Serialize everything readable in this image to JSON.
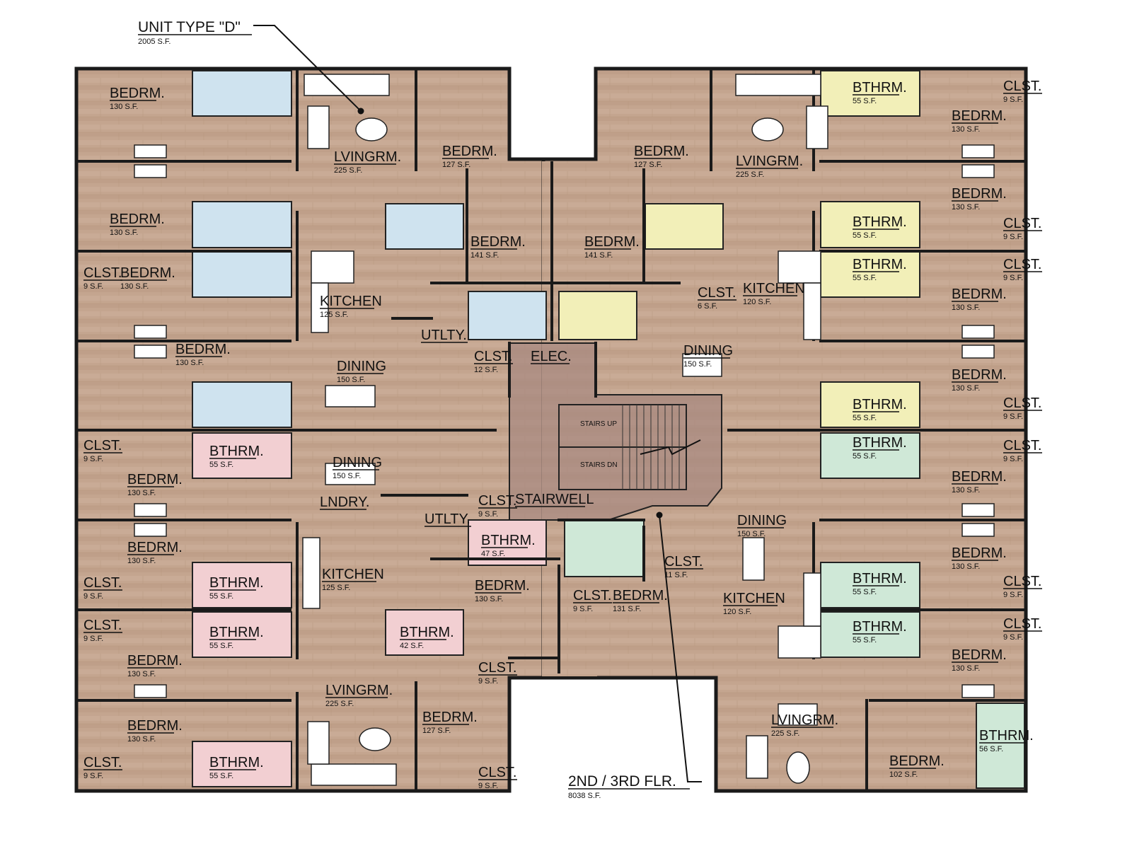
{
  "callouts": {
    "unit_type": {
      "title": "UNIT TYPE \"D\"",
      "area": "2005 S.F."
    },
    "floor": {
      "title": "2ND / 3RD FLR.",
      "area": "8038 S.F."
    }
  },
  "stairs": {
    "up": "STAIRS UP",
    "dn": "STAIRS DN"
  },
  "colors": {
    "floor": "#c4a58f",
    "stair": "#a88a80",
    "bath_blue": "#cfe3ef",
    "bath_yellow": "#f2efb8",
    "bath_green": "#cfe8d7",
    "bath_pink": "#f2cfd2",
    "wall": "#1a1a1a"
  },
  "rooms": [
    {
      "name": "BEDRM.",
      "area": "130 S.F."
    },
    {
      "name": "BEDRM.",
      "area": "130 S.F."
    },
    {
      "name": "BEDRM.",
      "area": "130 S.F."
    },
    {
      "name": "CLST.",
      "area": "9 S.F."
    },
    {
      "name": "LVINGRM.",
      "area": "225 S.F."
    },
    {
      "name": "BEDRM.",
      "area": "127 S.F."
    },
    {
      "name": "BEDRM.",
      "area": "141 S.F."
    },
    {
      "name": "KITCHEN",
      "area": "125 S.F."
    },
    {
      "name": "UTLTY.",
      "area": ""
    },
    {
      "name": "CLST.",
      "area": "12 S.F."
    },
    {
      "name": "DINING",
      "area": "150 S.F."
    },
    {
      "name": "BEDRM.",
      "area": "130 S.F."
    },
    {
      "name": "BTHRM.",
      "area": "55 S.F."
    },
    {
      "name": "CLST.",
      "area": "9 S.F."
    },
    {
      "name": "BEDRM.",
      "area": "130 S.F."
    },
    {
      "name": "DINING",
      "area": "150 S.F."
    },
    {
      "name": "LNDRY.",
      "area": ""
    },
    {
      "name": "UTLTY.",
      "area": ""
    },
    {
      "name": "CLST.",
      "area": "9 S.F."
    },
    {
      "name": "BTHRM.",
      "area": "47 S.F."
    },
    {
      "name": "BEDRM.",
      "area": "130 S.F."
    },
    {
      "name": "KITCHEN",
      "area": "125 S.F."
    },
    {
      "name": "CLST.",
      "area": "9 S.F."
    },
    {
      "name": "BTHRM.",
      "area": "55 S.F."
    },
    {
      "name": "BEDRM.",
      "area": "130 S.F."
    },
    {
      "name": "CLST.",
      "area": "9 S.F."
    },
    {
      "name": "BTHRM.",
      "area": "55 S.F."
    },
    {
      "name": "BEDRM.",
      "area": "130 S.F."
    },
    {
      "name": "BTHRM.",
      "area": "42 S.F."
    },
    {
      "name": "CLST.",
      "area": "9 S.F."
    },
    {
      "name": "LVINGRM.",
      "area": "225 S.F."
    },
    {
      "name": "BEDRM.",
      "area": "127 S.F."
    },
    {
      "name": "BEDRM.",
      "area": "130 S.F."
    },
    {
      "name": "CLST.",
      "area": "9 S.F."
    },
    {
      "name": "BTHRM.",
      "area": "55 S.F."
    },
    {
      "name": "CLST.",
      "area": "9 S.F."
    },
    {
      "name": "ELEC.",
      "area": ""
    },
    {
      "name": "STAIRWELL",
      "area": ""
    },
    {
      "name": "BEDRM.",
      "area": "127 S.F."
    },
    {
      "name": "LVINGRM.",
      "area": "225 S.F."
    },
    {
      "name": "BTHRM.",
      "area": "55 S.F."
    },
    {
      "name": "CLST.",
      "area": "9 S.F."
    },
    {
      "name": "BEDRM.",
      "area": "130 S.F."
    },
    {
      "name": "BEDRM.",
      "area": "130 S.F."
    },
    {
      "name": "BEDRM.",
      "area": "141 S.F."
    },
    {
      "name": "BTHRM.",
      "area": "55 S.F."
    },
    {
      "name": "CLST.",
      "area": "9 S.F."
    },
    {
      "name": "BTHRM.",
      "area": "55 S.F."
    },
    {
      "name": "CLST.",
      "area": "9 S.F."
    },
    {
      "name": "KITCHEN",
      "area": "120 S.F."
    },
    {
      "name": "CLST.",
      "area": "6 S.F."
    },
    {
      "name": "BEDRM.",
      "area": "130 S.F."
    },
    {
      "name": "DINING",
      "area": "150 S.F."
    },
    {
      "name": "BEDRM.",
      "area": "130 S.F."
    },
    {
      "name": "BTHRM.",
      "area": "55 S.F."
    },
    {
      "name": "CLST.",
      "area": "9 S.F."
    },
    {
      "name": "BTHRM.",
      "area": "55 S.F."
    },
    {
      "name": "CLST.",
      "area": "9 S.F."
    },
    {
      "name": "BEDRM.",
      "area": "130 S.F."
    },
    {
      "name": "DINING",
      "area": "150 S.F."
    },
    {
      "name": "CLST.",
      "area": "11 S.F."
    },
    {
      "name": "BEDRM.",
      "area": "130 S.F."
    },
    {
      "name": "BTHRM.",
      "area": "55 S.F."
    },
    {
      "name": "CLST.",
      "area": "9 S.F."
    },
    {
      "name": "CLST.",
      "area": "9 S.F."
    },
    {
      "name": "BEDRM.",
      "area": "131 S.F."
    },
    {
      "name": "KITCHEN",
      "area": "120 S.F."
    },
    {
      "name": "BTHRM.",
      "area": "55 S.F."
    },
    {
      "name": "CLST.",
      "area": "9 S.F."
    },
    {
      "name": "BEDRM.",
      "area": "130 S.F."
    },
    {
      "name": "LVINGRM.",
      "area": "225 S.F."
    },
    {
      "name": "BEDRM.",
      "area": "102 S.F."
    },
    {
      "name": "BTHRM.",
      "area": "56 S.F."
    }
  ]
}
